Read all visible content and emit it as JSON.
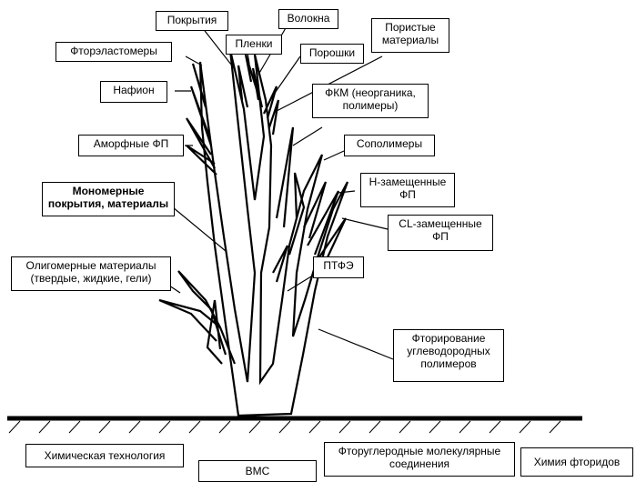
{
  "labels": {
    "fluoroelastomers": "Фторэластомеры",
    "coatings": "Покрытия",
    "fibers": "Волокна",
    "films": "Пленки",
    "powders": "Порошки",
    "porous": [
      "Пористые",
      "материалы"
    ],
    "nafion": "Нафион",
    "pcm": [
      "ФКМ (неорганика,",
      "полимеры)"
    ],
    "amorphous_fp": "Аморфные ФП",
    "copolymers": "Сополимеры",
    "monomeric": [
      "Мономерные",
      "покрытия, материалы"
    ],
    "h_substituted": [
      "Н-замещенные",
      "ФП"
    ],
    "cl_substituted": [
      "CL-замещенные",
      "ФП"
    ],
    "oligomeric": [
      "Олигомерные материалы",
      "(твердые, жидкие, гели)"
    ],
    "ptfe": "ПТФЭ",
    "fluorination": [
      "Фторирование",
      "углеводородных",
      "полимеров"
    ],
    "chem_tech": "Химическая технология",
    "vms": "ВМС",
    "fluorocarbon": [
      "Фторуглеродные молекулярные",
      "соединения"
    ],
    "fluoride_chem": "Химия фторидов"
  }
}
